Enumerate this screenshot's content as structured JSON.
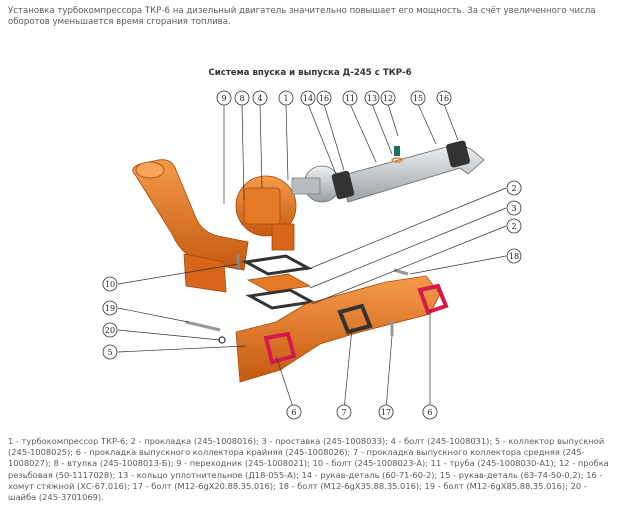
{
  "intro": "Установка турбокомпрессора ТКР-6 на дизельный двигатель значительно повышает его мощность. За счёт увеличенного числа оборотов уменьшается время сгорания топлива.",
  "diagram_title": "Система впуска и выпуска Д-245 с ТКР-6",
  "callouts": {
    "c9": "9",
    "c8": "8",
    "c4": "4",
    "c1": "1",
    "c14": "14",
    "c16a": "16",
    "c11": "11",
    "c13": "13",
    "c12": "12",
    "c15": "15",
    "c16b": "16",
    "c2a": "2",
    "c3": "3",
    "c2b": "2",
    "c18": "18",
    "c10": "10",
    "c19": "19",
    "c20": "20",
    "c5": "5",
    "c6a": "6",
    "c7": "7",
    "c17": "17",
    "c6b": "6"
  },
  "legend": "1 - турбокомпрессор ТКР-6; 2 - прокладка (245-1008016); 3 - проставка (245-1008033); 4 - болт (245-1008031); 5 - коллектор выпускной (245-1008025); 6 - прокладка выпускного коллектора крайняя (245-1008026); 7 - прокладка выпускного коллектора средняя (245-1008027); 8 - втулка (245-1008013-Б); 9 - переходник (245-1008021); 10 - болт (245-1008023-А); 11 - труба (245-1008030-А1); 12 - пробка резьбовая (50-1117028); 13 - кольцо уплотнительное (Д18-055-А); 14 - рукав-деталь (60-71-60-2); 15 - рукав-деталь (63-74-50-0,2); 16 - хомут стяжной (ХС-67.016); 17 - болт (М12-6gХ20.88.35.016); 18 - болт (М12-6gХ35.88.35.016); 19 - болт (М12-6gХ85.88.35.016); 20 - шайба (245-3701069).",
  "colors": {
    "orange": "#e8711c",
    "orange_dark": "#b8530e",
    "steel": "#c9cdd2",
    "gasket_red": "#d6194d",
    "gasket_dark": "#333333"
  }
}
